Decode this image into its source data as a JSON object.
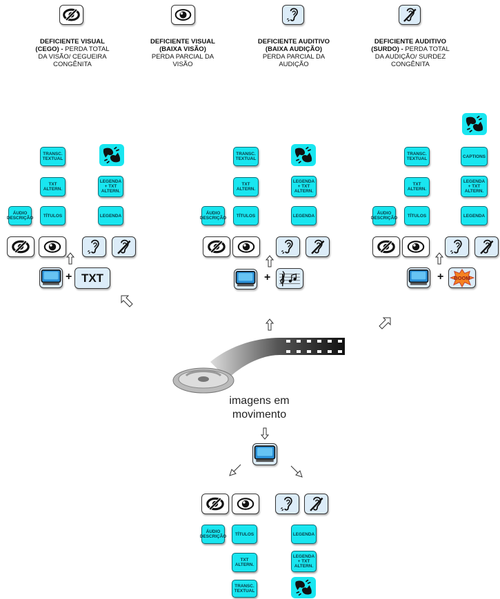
{
  "categories": [
    {
      "title": "DEFICIENTE VISUAL",
      "subtitle_bold": "(CEGO) -",
      "subtitle": "PERDA TOTAL",
      "line3": "DA VISÃO/ CEGUEIRA",
      "line4": "CONGÊNITA"
    },
    {
      "title": "DEFICIENTE VISUAL",
      "subtitle_bold": "(BAIXA VISÃO)",
      "subtitle": "PERDA PARCIAL DA",
      "line3": "VISÃO",
      "line4": ""
    },
    {
      "title": "DEFICIENTE AUDITIVO",
      "subtitle_bold": "(BAIXA AUDIÇÃO)",
      "subtitle": "PERDA PARCIAL DA",
      "line3": "AUDIÇÃO",
      "line4": ""
    },
    {
      "title": "DEFICIENTE AUDITIVO",
      "subtitle_bold": "(SURDO) -",
      "subtitle": "PERDA TOTAL",
      "line3": "DA AUDIÇÃO/ SURDEZ",
      "line4": "CONGÊNITA"
    }
  ],
  "labels": {
    "transc": "TRANSC.\nTEXTUAL",
    "txt_altern": "TXT\nALTERN.",
    "audio_desc": "ÁUDIO\nDESCRIÇÃO",
    "titulos": "TÍTULOS",
    "legenda": "LEGENDA",
    "legenda_txt": "LEGENDA\n+ TXT\nALTERN.",
    "captions": "CAPTIONS",
    "txt_word": "TXT",
    "plus": "+"
  },
  "center": {
    "line1": "imagens em",
    "line2": "movimento"
  },
  "icons": {
    "no_vision": "eye-crossed-icon",
    "low_vision": "eye-icon",
    "low_hearing": "ear-icon",
    "deaf": "ear-crossed-icon",
    "sign_language": "sign-language-hands-icon",
    "screen": "tv-screen-icon",
    "music": "music-notes-icon",
    "boom": "boom-sound-effect-icon",
    "film": "film-reel-icon"
  },
  "colors": {
    "accent_box": "#19e6f0",
    "tile_blue": "#dcecf8"
  }
}
